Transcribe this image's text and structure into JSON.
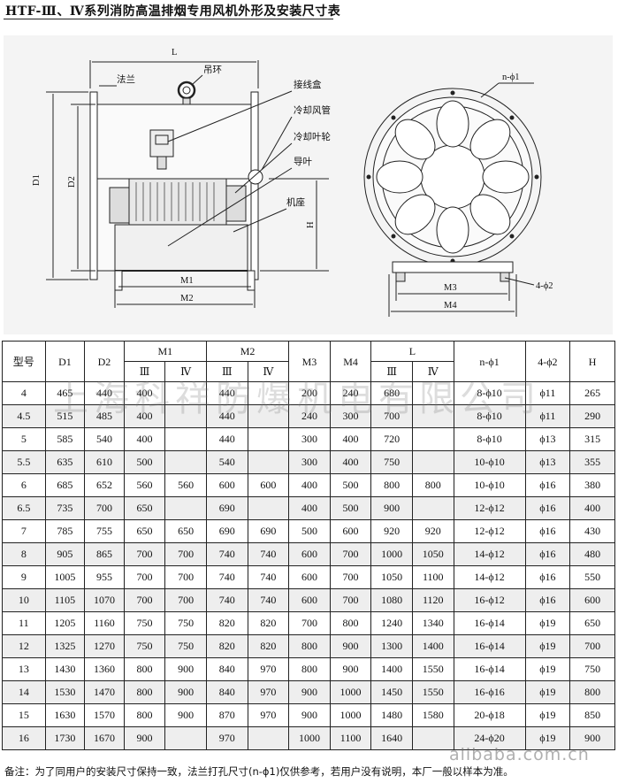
{
  "title": "HTF-Ⅲ、Ⅳ系列消防高温排烟专用风机外形及安装尺寸表",
  "drawing": {
    "labels": {
      "L": "L",
      "falan": "法兰",
      "diaohuan": "吊环",
      "jiexianhe": "接线盒",
      "lengque_fengguan": "冷却风管",
      "lengque_yelun": "冷却叶轮",
      "daoye": "导叶",
      "jizuo": "机座",
      "D1": "D1",
      "D2": "D2",
      "H": "H",
      "M1": "M1",
      "M2": "M2",
      "M3": "M3",
      "M4": "M4",
      "n_phi1": "n-ϕ1",
      "four_phi2": "4-ϕ2"
    }
  },
  "table": {
    "headers": {
      "model": "型号",
      "D1": "D1",
      "D2": "D2",
      "M1": "M1",
      "M2": "M2",
      "M3": "M3",
      "M4": "M4",
      "L": "L",
      "nphi1": "n-ϕ1",
      "fourphi2": "4-ϕ2",
      "H": "H",
      "sub3": "Ⅲ",
      "sub4": "Ⅳ"
    },
    "rows": [
      [
        "4",
        "465",
        "440",
        "400",
        "",
        "440",
        "",
        "200",
        "240",
        "680",
        "",
        "8-ϕ10",
        "ϕ11",
        "265"
      ],
      [
        "4.5",
        "515",
        "485",
        "400",
        "",
        "440",
        "",
        "240",
        "300",
        "700",
        "",
        "8-ϕ10",
        "ϕ11",
        "290"
      ],
      [
        "5",
        "585",
        "540",
        "400",
        "",
        "440",
        "",
        "300",
        "400",
        "720",
        "",
        "8-ϕ10",
        "ϕ13",
        "315"
      ],
      [
        "5.5",
        "635",
        "610",
        "500",
        "",
        "540",
        "",
        "300",
        "400",
        "750",
        "",
        "10-ϕ10",
        "ϕ13",
        "355"
      ],
      [
        "6",
        "685",
        "652",
        "560",
        "560",
        "600",
        "600",
        "400",
        "500",
        "800",
        "800",
        "10-ϕ10",
        "ϕ16",
        "380"
      ],
      [
        "6.5",
        "735",
        "700",
        "650",
        "",
        "690",
        "",
        "400",
        "500",
        "900",
        "",
        "12-ϕ12",
        "ϕ16",
        "400"
      ],
      [
        "7",
        "785",
        "755",
        "650",
        "650",
        "690",
        "690",
        "500",
        "600",
        "920",
        "920",
        "12-ϕ12",
        "ϕ16",
        "430"
      ],
      [
        "8",
        "905",
        "865",
        "700",
        "700",
        "740",
        "740",
        "600",
        "700",
        "1000",
        "1050",
        "14-ϕ12",
        "ϕ16",
        "480"
      ],
      [
        "9",
        "1005",
        "955",
        "700",
        "700",
        "740",
        "740",
        "600",
        "700",
        "1050",
        "1100",
        "14-ϕ12",
        "ϕ16",
        "550"
      ],
      [
        "10",
        "1105",
        "1070",
        "700",
        "700",
        "740",
        "740",
        "600",
        "700",
        "1080",
        "1120",
        "16-ϕ12",
        "ϕ16",
        "600"
      ],
      [
        "11",
        "1205",
        "1160",
        "750",
        "750",
        "820",
        "820",
        "700",
        "800",
        "1240",
        "1340",
        "16-ϕ14",
        "ϕ19",
        "650"
      ],
      [
        "12",
        "1325",
        "1270",
        "750",
        "750",
        "820",
        "820",
        "800",
        "900",
        "1300",
        "1400",
        "16-ϕ14",
        "ϕ19",
        "700"
      ],
      [
        "13",
        "1430",
        "1360",
        "800",
        "900",
        "840",
        "970",
        "800",
        "900",
        "1400",
        "1550",
        "16-ϕ14",
        "ϕ19",
        "750"
      ],
      [
        "14",
        "1530",
        "1470",
        "800",
        "900",
        "840",
        "970",
        "900",
        "1000",
        "1450",
        "1550",
        "16-ϕ16",
        "ϕ19",
        "800"
      ],
      [
        "15",
        "1630",
        "1570",
        "800",
        "900",
        "870",
        "970",
        "900",
        "1000",
        "1480",
        "1580",
        "20-ϕ18",
        "ϕ19",
        "850"
      ],
      [
        "16",
        "1730",
        "1670",
        "900",
        "",
        "970",
        "",
        "1000",
        "1100",
        "1640",
        "",
        "24-ϕ20",
        "ϕ19",
        "900"
      ]
    ]
  },
  "watermark": "上海科祥防爆机电有限公司",
  "brand": "alibaba.com.cn",
  "note": "备注：为了同用户的安装尺寸保持一致，法兰打孔尺寸(n-ϕ1)仅供参考，若用户没有说明，本厂一般以样本为准。"
}
